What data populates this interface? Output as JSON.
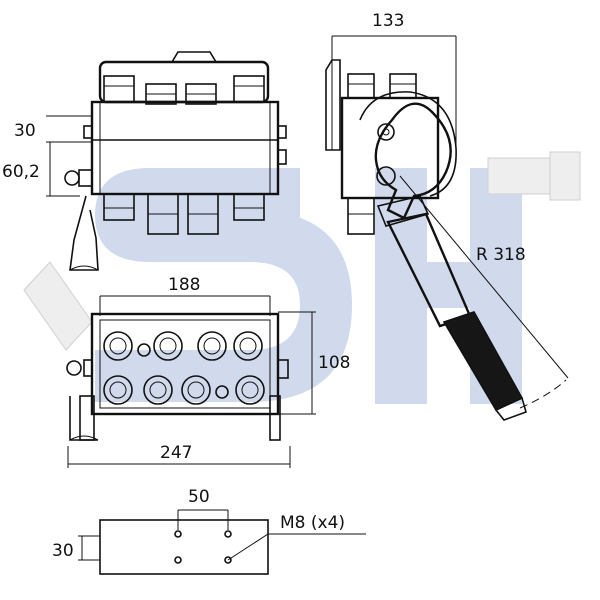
{
  "dimensions": {
    "side_width": "133",
    "front_height_a": "30",
    "front_height_b": "60,2",
    "top_width_inner": "188",
    "top_height": "108",
    "top_width_outer": "247",
    "lever_radius": "R 318",
    "hole_spacing": "50",
    "plate_height": "30",
    "bolt_spec": "M8 (x4)"
  },
  "colors": {
    "watermark": "#c9d4ea",
    "line": "#111111",
    "grip": "#161616"
  }
}
